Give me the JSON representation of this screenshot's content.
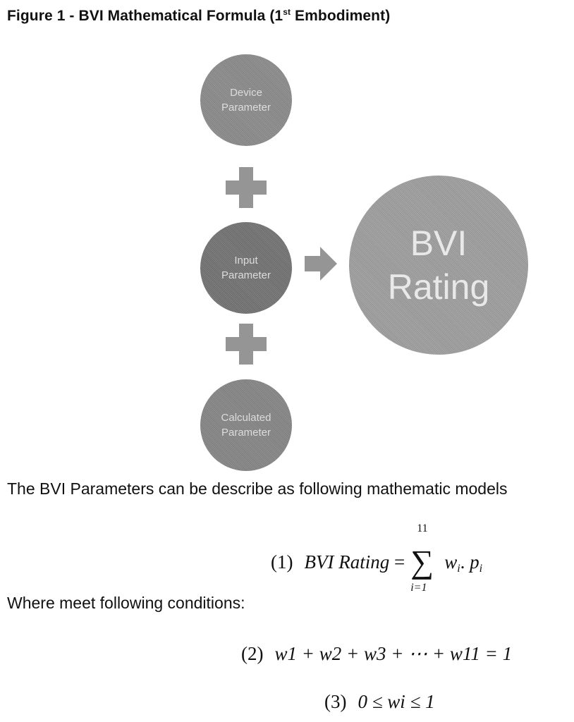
{
  "figure_title": {
    "prefix": "Figure 1 - BVI Mathematical Formula (1",
    "superscript": "st",
    "suffix": " Embodiment)"
  },
  "diagram": {
    "nodes": {
      "device": {
        "line1": "Device",
        "line2": "Parameter"
      },
      "input": {
        "line1": "Input",
        "line2": "Parameter"
      },
      "calculated": {
        "line1": "Calculated",
        "line2": "Parameter"
      },
      "result": {
        "line1": "BVI",
        "line2": "Rating"
      }
    },
    "operators": [
      "plus",
      "plus"
    ],
    "connector": "arrow-right",
    "colors": {
      "node_fill": "#7d7d7d",
      "result_fill": "#9d9d9d",
      "operator_fill": "#959595",
      "node_text": "#dcdcdc"
    }
  },
  "text": {
    "intro": "The BVI Parameters can be describe as following mathematic models",
    "conditions": "Where meet following conditions:"
  },
  "equations": {
    "eq1": {
      "number": "(1)",
      "lhs": "BVI Rating",
      "equals": "=",
      "sum_upper": "11",
      "sum_lower": "i=1",
      "term": "w",
      "term_sub": "i",
      "dot": ".",
      "term2": "p",
      "term2_sub": "i"
    },
    "eq2": {
      "number": "(2)",
      "expression": "w1 + w2 + w3 + ⋯ + w11 = 1"
    },
    "eq3": {
      "number": "(3)",
      "expression": "0 ≤ wi ≤ 1"
    }
  }
}
